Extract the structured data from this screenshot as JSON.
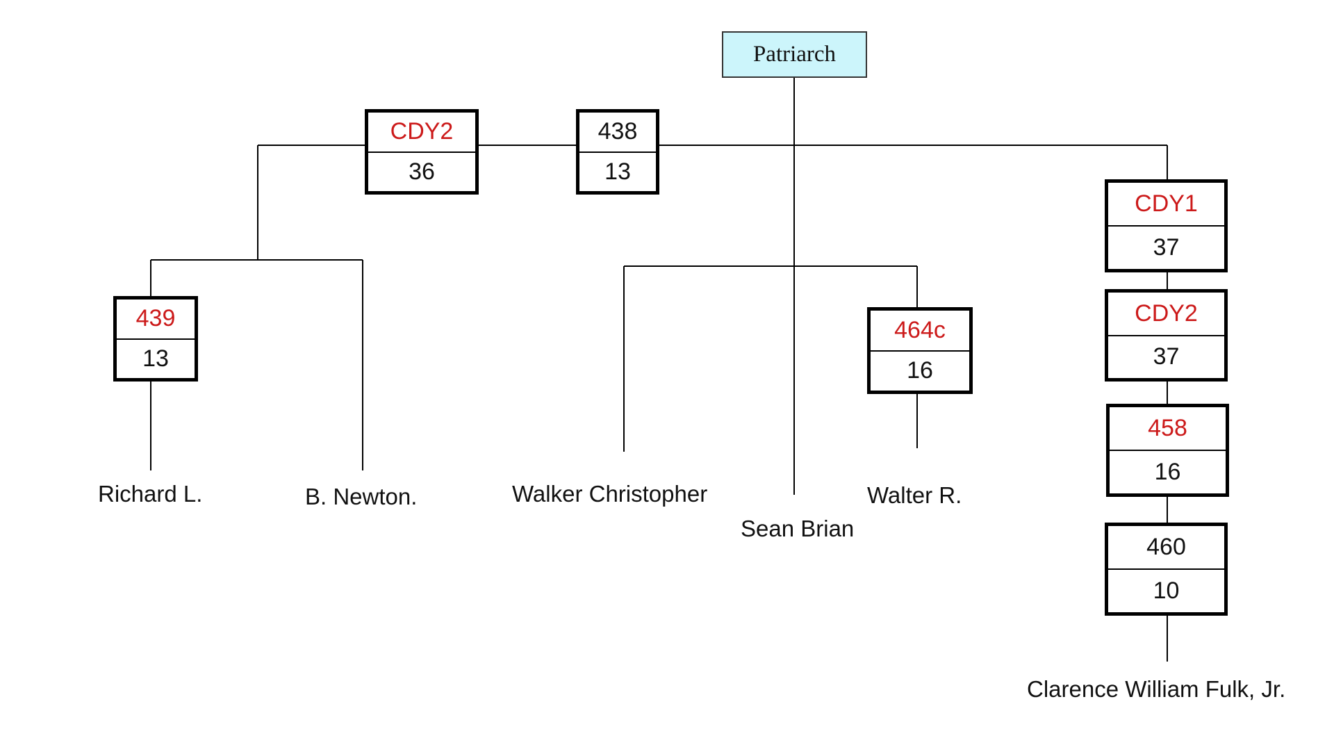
{
  "root": {
    "label": "Patriarch",
    "fill": "#ccf5fb"
  },
  "marker_color_red": "#cc1a1a",
  "markers": [
    {
      "top": "CDY2",
      "bottom": "36",
      "top_red": true
    },
    {
      "top": "438",
      "bottom": "13",
      "top_red": false
    },
    {
      "top": "439",
      "bottom": "13",
      "top_red": true
    },
    {
      "top": "464c",
      "bottom": "16",
      "top_red": true
    },
    {
      "top": "CDY1",
      "bottom": "37",
      "top_red": true
    },
    {
      "top": "CDY2",
      "bottom": "37",
      "top_red": true
    },
    {
      "top": "458",
      "bottom": "16",
      "top_red": true
    },
    {
      "top": "460",
      "bottom": "10",
      "top_red": false
    }
  ],
  "descendants": [
    "Richard L.",
    "B. Newton.",
    "Walker Christopher",
    "Sean Brian",
    "Walter R.",
    "Clarence William Fulk, Jr."
  ]
}
